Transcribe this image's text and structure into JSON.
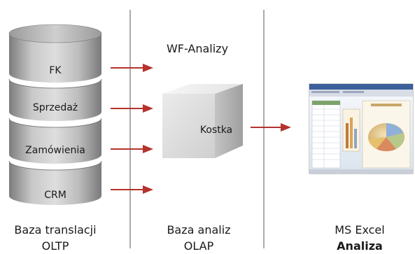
{
  "diagram": {
    "databases": [
      {
        "label": "FK"
      },
      {
        "label": "Sprzedaż"
      },
      {
        "label": "Zamówienia"
      },
      {
        "label": "CRM"
      }
    ],
    "wf_label": "WF-Analizy",
    "cube_label": "Kostka",
    "columns": {
      "left": {
        "line1": "Baza translacji",
        "line2": "OLTP"
      },
      "middle": {
        "line1": "Baza analiz",
        "line2": "OLAP"
      },
      "right": {
        "line1": "MS Excel",
        "line2": "Analiza"
      }
    },
    "colors": {
      "arrow": "#b5322d",
      "divider": "#555555",
      "cylinder_light": "#d7d7d7",
      "cylinder_dark": "#8e8e8e",
      "cube_front": "#d9d9d9",
      "cube_top": "#f0f0f0",
      "cube_side": "#b4b4b4"
    },
    "excel_thumbnail_icon": "spreadsheet-with-pie-chart-icon"
  }
}
